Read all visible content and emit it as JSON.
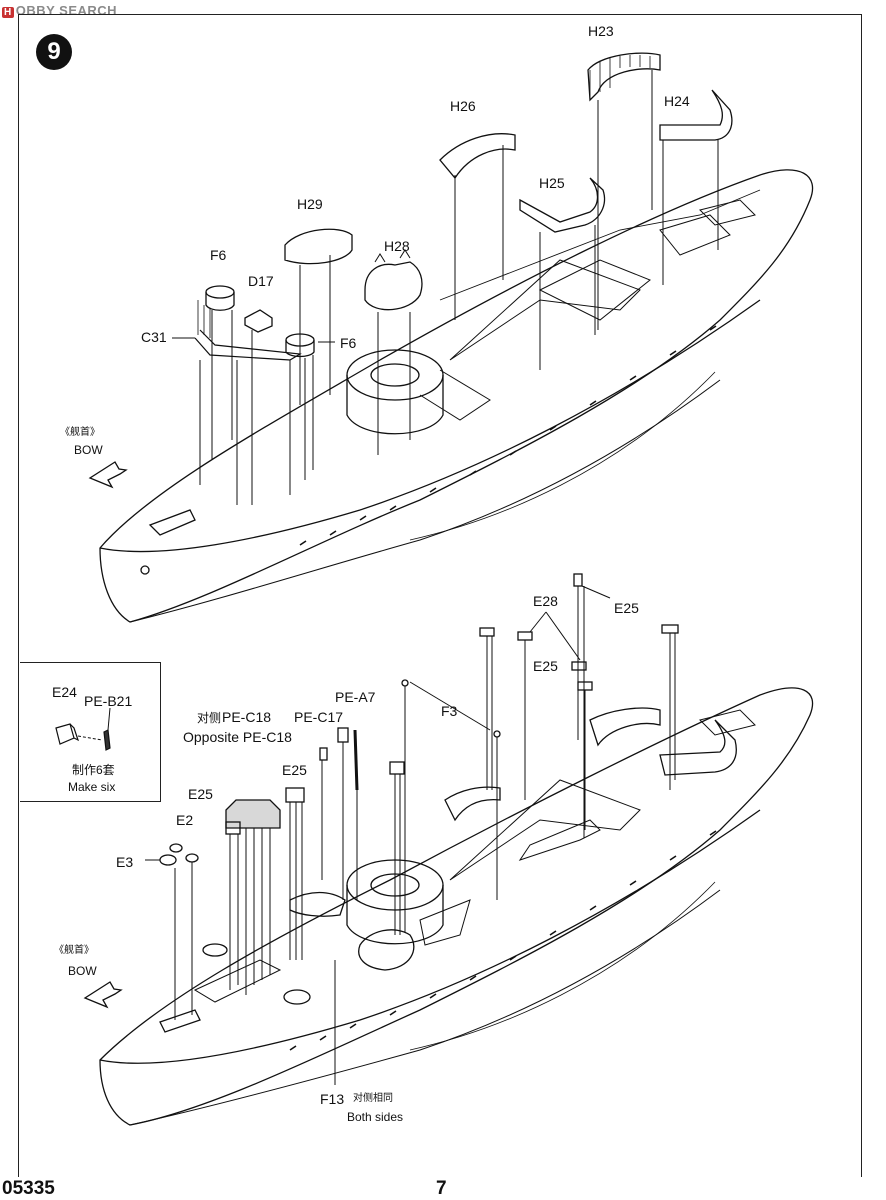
{
  "watermark": {
    "badge": "H",
    "text": "OBBY SEARCH"
  },
  "step": {
    "number": "9"
  },
  "top_assembly": {
    "parts": {
      "h23": "H23",
      "h24": "H24",
      "h25": "H25",
      "h26": "H26",
      "h28": "H28",
      "h29": "H29",
      "f6_a": "F6",
      "f6_b": "F6",
      "d17": "D17",
      "c31": "C31"
    },
    "bow_cn": "《舰首》",
    "bow_en": "BOW"
  },
  "inset": {
    "part_a": "E24",
    "part_b": "PE-B21",
    "note_cn": "制作6套",
    "note_en": "Make six"
  },
  "bottom_assembly": {
    "opposite_cn": "对侧",
    "opposite_part": "PE-C18",
    "opposite_en": "Opposite PE-C18",
    "parts": {
      "pe_c17": "PE-C17",
      "pe_a7": "PE-A7",
      "f3": "F3",
      "e28": "E28",
      "e25_a": "E25",
      "e25_b": "E25",
      "e25_c": "E25",
      "e25_d": "E25",
      "e2": "E2",
      "e3": "E3",
      "f13": "F13"
    },
    "both_sides_cn": "对侧相同",
    "both_sides_en": "Both sides",
    "bow_cn": "《舰首》",
    "bow_en": "BOW"
  },
  "footer": {
    "kit_number": "05335",
    "page_number": "7"
  }
}
